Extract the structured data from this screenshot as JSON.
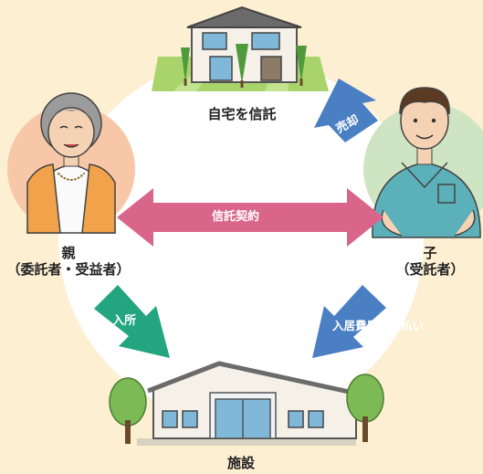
{
  "nodes": {
    "house": {
      "label": "自宅を信託"
    },
    "parent": {
      "label": "親",
      "role": "（委託者・受益者）"
    },
    "child": {
      "label": "子",
      "role": "（受託者）"
    },
    "facility": {
      "label": "施設"
    }
  },
  "arrows": {
    "sale": {
      "label": "売却",
      "color": "#4a7fc4"
    },
    "trust_contract": {
      "label": "信託契約",
      "color": "#d9668a"
    },
    "admission": {
      "label": "入所",
      "color": "#23a57f"
    },
    "payment": {
      "label": "入居費用の支払い",
      "color": "#4a7fc4"
    }
  }
}
